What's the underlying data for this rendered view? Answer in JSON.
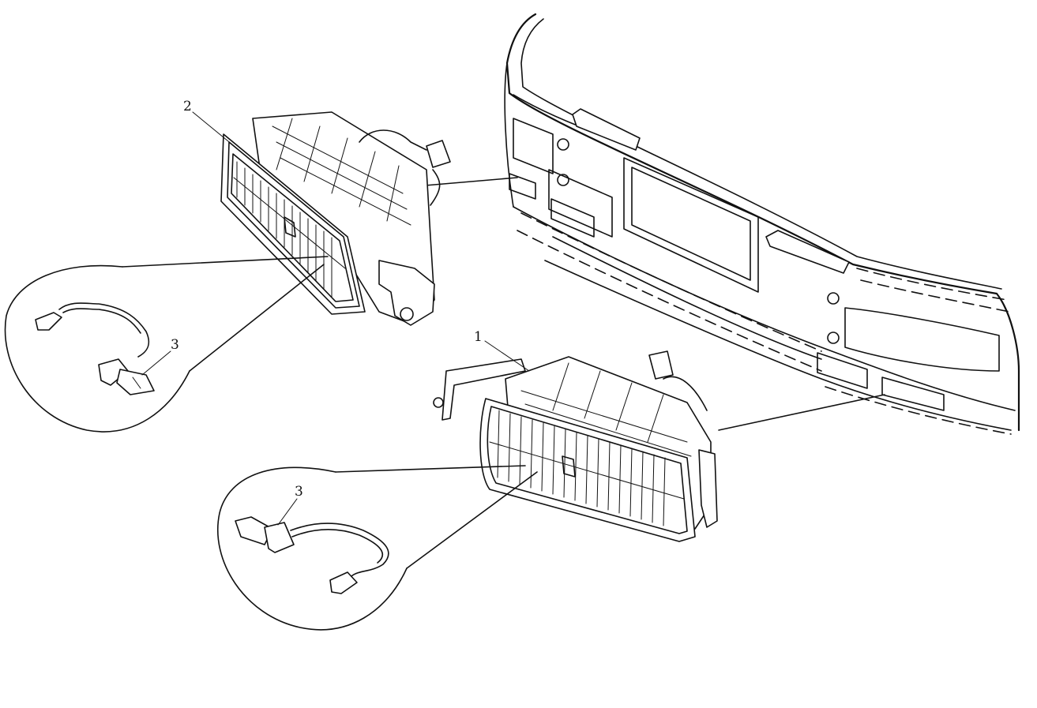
{
  "labels": {
    "fog_lamp_right": "1",
    "fog_lamp_left": "2",
    "bulb_upper": "3",
    "bulb_lower": "3"
  }
}
